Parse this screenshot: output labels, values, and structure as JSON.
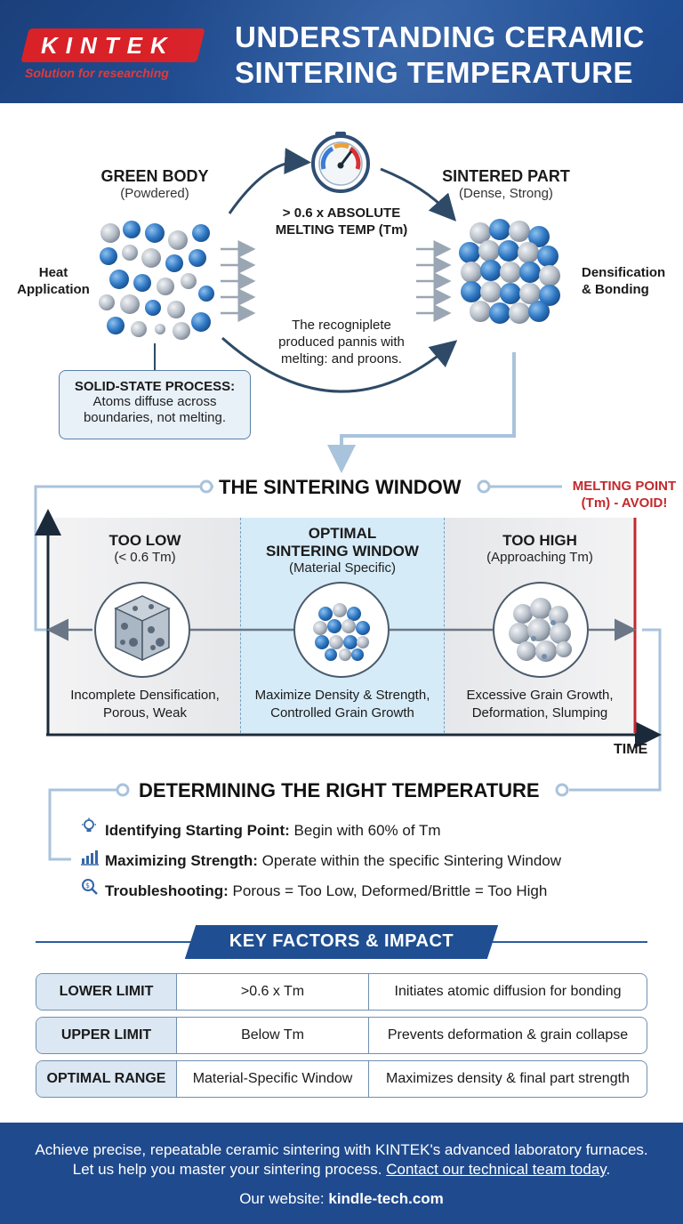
{
  "header": {
    "logo": "KINTEK",
    "tagline": "Solution for researching",
    "title_line1": "UNDERSTANDING CERAMIC",
    "title_line2": "SINTERING TEMPERATURE"
  },
  "process": {
    "green_title": "GREEN BODY",
    "green_sub": "(Powdered)",
    "sintered_title": "SINTERED PART",
    "sintered_sub": "(Dense, Strong)",
    "heat_line1": "Heat",
    "heat_line2": "Application",
    "dens_line1": "Densification",
    "dens_line2": "& Bonding",
    "temp_line1": "> 0.6 x ABSOLUTE",
    "temp_line2": "MELTING TEMP (Tm)",
    "note_line1": "The recogniplete",
    "note_line2": "produced pannis with",
    "note_line3": "melting: and proons.",
    "callout_title": "SOLID-STATE PROCESS:",
    "callout_line1": "Atoms diffuse across",
    "callout_line2": "boundaries, not melting."
  },
  "window": {
    "title": "THE SINTERING WINDOW",
    "melt_line1": "MELTING POINT",
    "melt_line2": "(Tm) - AVOID!",
    "time_label": "TIME",
    "low_title": "TOO LOW",
    "low_sub": "(< 0.6 Tm)",
    "low_desc1": "Incomplete Densification,",
    "low_desc2": "Porous, Weak",
    "opt_title1": "OPTIMAL",
    "opt_title2": "SINTERING WINDOW",
    "opt_sub": "(Material Specific)",
    "opt_desc1": "Maximize Density & Strength,",
    "opt_desc2": "Controlled Grain Growth",
    "high_title": "TOO HIGH",
    "high_sub": "(Approaching Tm)",
    "high_desc1": "Excessive Grain Growth,",
    "high_desc2": "Deformation, Slumping"
  },
  "determining": {
    "title": "DETERMINING THE RIGHT TEMPERATURE",
    "items": [
      {
        "icon": "lightbulb-icon",
        "label": "Identifying Starting Point:",
        "text": " Begin with 60% of Tm"
      },
      {
        "icon": "bar-chart-icon",
        "label": "Maximizing Strength:",
        "text": " Operate within the specific Sintering Window"
      },
      {
        "icon": "magnifier-icon",
        "label": "Troubleshooting:",
        "text": " Porous = Too Low, Deformed/Brittle = Too High"
      }
    ]
  },
  "key_factors": {
    "title": "KEY FACTORS & IMPACT",
    "rows": [
      {
        "factor": "LOWER LIMIT",
        "value": ">0.6 x Tm",
        "impact": "Initiates atomic diffusion for bonding"
      },
      {
        "factor": "UPPER LIMIT",
        "value": "Below Tm",
        "impact": "Prevents deformation & grain collapse"
      },
      {
        "factor": "OPTIMAL RANGE",
        "value": "Material-Specific Window",
        "impact": "Maximizes density & final part strength"
      }
    ]
  },
  "footer": {
    "line1": "Achieve precise, repeatable ceramic sintering with KINTEK's advanced laboratory furnaces.",
    "line2_pre": "Let us help you master your sintering process. ",
    "line2_link": "Contact our technical team today",
    "line2_post": ".",
    "website_label": "Our website: ",
    "website": "kindle-tech.com"
  },
  "colors": {
    "brand_blue": "#1f4a8e",
    "brand_red": "#d92128",
    "warning_red": "#c4282b",
    "optimal_zone": "#d6ebf8"
  }
}
